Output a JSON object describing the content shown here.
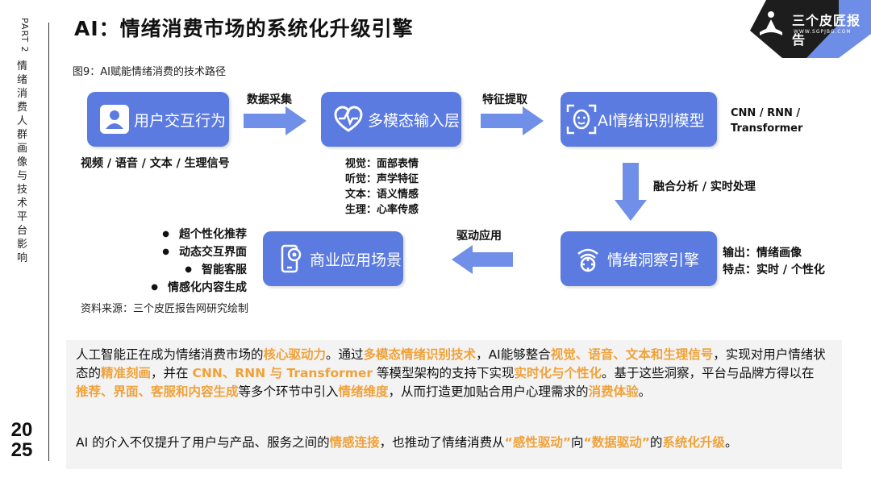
{
  "side": {
    "part": "PART 2",
    "title": "情绪消费人群画像与技术平台影响",
    "year_line1": "20",
    "year_line2": "25"
  },
  "header": {
    "title": "AI：情绪消费市场的系统化升级引擎",
    "logo_text": "三个皮匠报告",
    "logo_url": "WWW.SGPJBG.COM"
  },
  "figure": {
    "caption": "图9：AI赋能情绪消费的技术路径",
    "boxes": {
      "user": "用户交互行为",
      "multimodal": "多模态输入层",
      "model": "AI情绪识别模型",
      "engine": "情绪洞察引擎",
      "business": "商业应用场景"
    },
    "arrows": {
      "collect": "数据采集",
      "extract": "特征提取",
      "fuse": "融合分析 / 实时处理",
      "drive": "驱动应用"
    },
    "notes": {
      "user_signals": "视频 / 语音 / 文本 / 生理信号",
      "visual": "视觉：面部表情",
      "audio": "听觉：声学特征",
      "text": "文本：语义情感",
      "physio": "生理：心率传感",
      "arch1": "CNN / RNN /",
      "arch2": "Transformer",
      "output": "输出：情绪画像",
      "feature": "特点：实时 / 个性化"
    },
    "applications": [
      "超个性化推荐",
      "动态交互界面",
      "智能客服",
      "情感化内容生成"
    ],
    "source": "资料来源：三个皮匠报告网研究绘制"
  },
  "summary": {
    "p1": [
      {
        "t": "人工智能正在成为情绪消费市场的",
        "h": false
      },
      {
        "t": "核心驱动力",
        "h": true
      },
      {
        "t": "。通过",
        "h": false
      },
      {
        "t": "多模态情绪识别技术",
        "h": true
      },
      {
        "t": "，AI能够整合",
        "h": false
      },
      {
        "t": "视觉、语音、文本和生理信号",
        "h": true
      },
      {
        "t": "，实现对用户情绪状态的",
        "h": false
      },
      {
        "t": "精准刻画",
        "h": true
      },
      {
        "t": "，并在 ",
        "h": false
      },
      {
        "t": "CNN、RNN 与 Transformer",
        "h": true
      },
      {
        "t": " 等模型架构的支持下实现",
        "h": false
      },
      {
        "t": "实时化与个性化",
        "h": true
      },
      {
        "t": "。基于这些洞察，平台与品牌方得以在",
        "h": false
      },
      {
        "t": "推荐、界面、客服和内容生成",
        "h": true
      },
      {
        "t": "等多个环节中引入",
        "h": false
      },
      {
        "t": "情绪维度",
        "h": true
      },
      {
        "t": "，从而打造更加贴合用户心理需求的",
        "h": false
      },
      {
        "t": "消费体验",
        "h": true
      },
      {
        "t": "。",
        "h": false
      }
    ],
    "p2": [
      {
        "t": "AI 的介入不仅提升了用户与产品、服务之间的",
        "h": false
      },
      {
        "t": "情感连接",
        "h": true
      },
      {
        "t": "，也推动了情绪消费从",
        "h": false
      },
      {
        "t": "“感性驱动”",
        "h": true
      },
      {
        "t": "向",
        "h": false
      },
      {
        "t": "“数据驱动”",
        "h": true
      },
      {
        "t": "的",
        "h": false
      },
      {
        "t": "系统化升级",
        "h": true
      },
      {
        "t": "。",
        "h": false
      }
    ]
  },
  "colors": {
    "box": "#5b7be0",
    "arrow": "#6f8fe8",
    "highlight": "#f0a23a"
  }
}
